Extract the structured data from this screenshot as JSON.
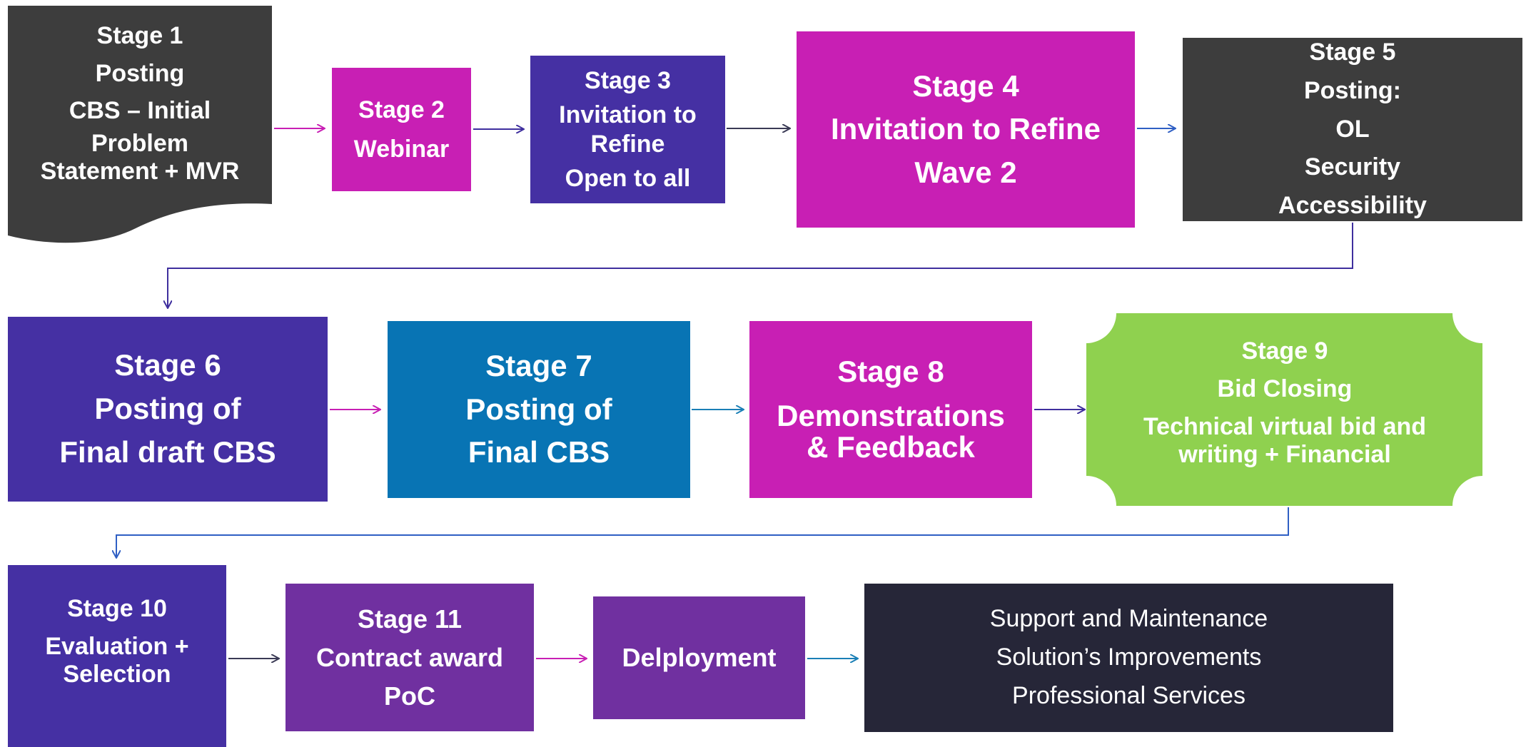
{
  "colors": {
    "dark_gray": "#3d3d3d",
    "magenta": "#c81fb4",
    "indigo": "#4530a3",
    "teal": "#0874b4",
    "green": "#8fd14f",
    "purple": "#7030a0",
    "navy": "#262638",
    "arrow_magenta": "#c81fb4",
    "arrow_indigo": "#3f2f9e",
    "arrow_dark": "#3a3a55",
    "arrow_blue": "#2f5fc4",
    "arrow_teal": "#1a7fb6"
  },
  "stages": {
    "s1": {
      "lines": [
        "Stage 1",
        "Posting",
        "CBS – Initial",
        "Problem",
        "Statement + MVR"
      ],
      "shape": "document"
    },
    "s2": {
      "lines": [
        "Stage 2",
        "Webinar"
      ]
    },
    "s3": {
      "lines": [
        "Stage 3",
        "Invitation to",
        "Refine",
        "Open to all"
      ]
    },
    "s4": {
      "lines": [
        "Stage 4",
        "Invitation to Refine",
        "Wave 2"
      ]
    },
    "s5": {
      "lines": [
        "Stage 5",
        "Posting:",
        "OL",
        "Security",
        "Accessibility"
      ]
    },
    "s6": {
      "lines": [
        "Stage 6",
        "Posting of",
        "Final draft CBS"
      ],
      "icon": "flag-icon"
    },
    "s7": {
      "lines": [
        "Stage 7",
        "Posting of",
        "Final CBS"
      ]
    },
    "s8": {
      "lines": [
        "Stage 8",
        "Demonstrations",
        "& Feedback"
      ]
    },
    "s9": {
      "lines": [
        "Stage 9",
        "Bid Closing",
        "Technical virtual bid and",
        "writing + Financial"
      ],
      "shape": "bevel-corners"
    },
    "s10": {
      "lines": [
        "Stage 10",
        "Evaluation +",
        "Selection"
      ]
    },
    "s11": {
      "lines": [
        "Stage 11",
        "Contract award",
        "PoC"
      ]
    },
    "deploy": {
      "lines": [
        "Delployment"
      ]
    },
    "support": {
      "lines": [
        "Support and Maintenance",
        "Solution’s Improvements",
        "Professional Services"
      ]
    }
  }
}
